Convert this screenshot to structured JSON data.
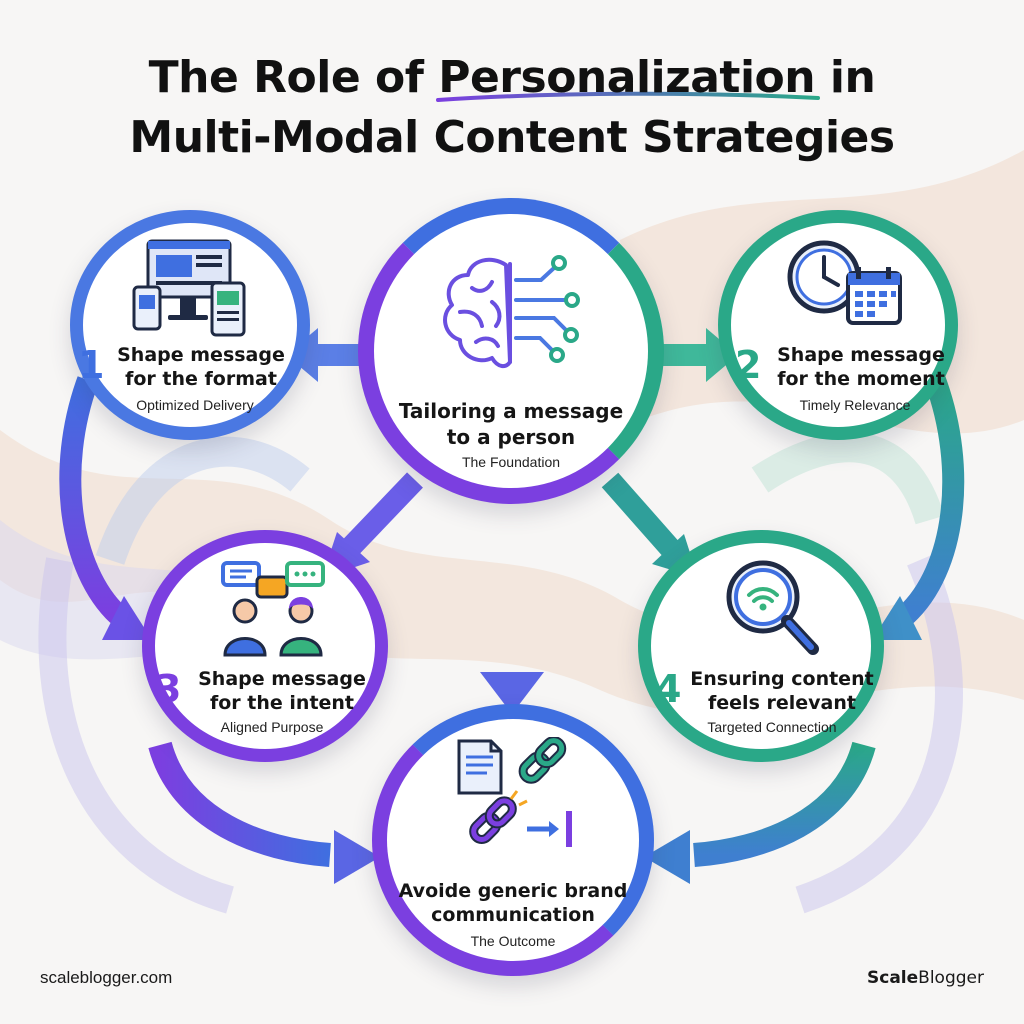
{
  "title": {
    "before": "The Role of ",
    "highlight": "Personalization",
    "after": " in",
    "line2": "Multi-Modal Content Strategies"
  },
  "nodes": {
    "center": {
      "title": "Tailoring a message\nto a person",
      "subtitle": "The Foundation",
      "icon": "brain-circuit-icon"
    },
    "n1": {
      "number": "1",
      "title": "Shape message\nfor the format",
      "subtitle": "Optimized Delivery",
      "icon": "devices-icon"
    },
    "n2": {
      "number": "2",
      "title": "Shape message\nfor the moment",
      "subtitle": "Timely Relevance",
      "icon": "clock-calendar-icon"
    },
    "n3": {
      "number": "3",
      "title": "Shape message\nfor the intent",
      "subtitle": "Aligned Purpose",
      "icon": "people-chat-icon"
    },
    "n4": {
      "number": "4",
      "title": "Ensuring content\nfeels relevant",
      "subtitle": "Targeted Connection",
      "icon": "search-signal-icon"
    },
    "bottom": {
      "title": "Avoide generic brand\ncommunication",
      "subtitle": "The Outcome",
      "icon": "broken-chain-icon"
    }
  },
  "footer": {
    "left": "scaleblogger.com",
    "brand_bold": "Scale",
    "brand_rest": "Blogger"
  },
  "colors": {
    "blue": "#3f6fe0",
    "purple": "#7b3fe0",
    "teal": "#2aa888",
    "title": "#111111"
  }
}
